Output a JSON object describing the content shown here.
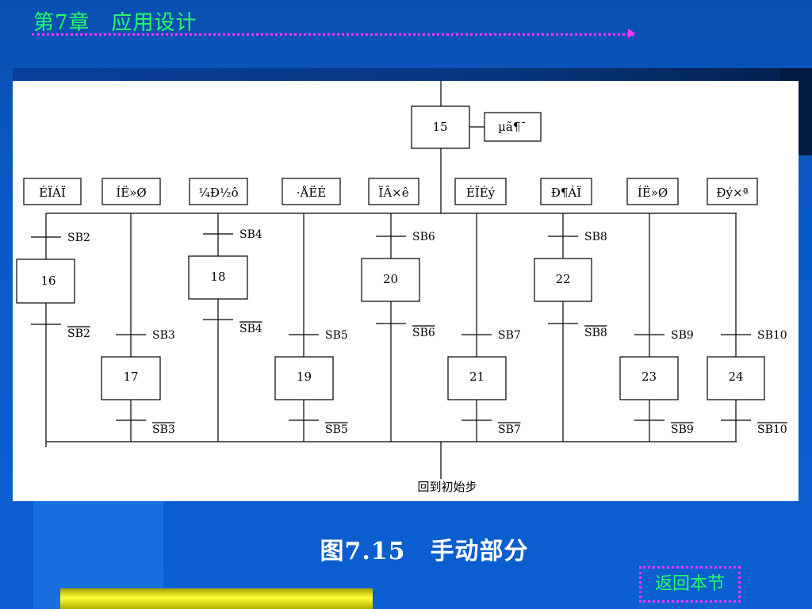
{
  "header": {
    "title": "第7章　应用设计"
  },
  "caption": "图7.15　手动部分",
  "back_button": "返回本节",
  "colors": {
    "header_text": "#22ff66",
    "dotted_rule": "#ff33ff",
    "background": "#0a55c0"
  },
  "diagram": {
    "top_step": "15",
    "top_action": "µã¶¯",
    "branch_labels": [
      "ÉÏÁÏ",
      "ÍË»Ø",
      "¼Ð½ô",
      "·ÅËÉ",
      "ÏÂ×ê",
      "ÉÏÉý",
      "Ð¶ÁÏ",
      "ÍË»Ø",
      "Ðý×ª"
    ],
    "steps": [
      "16",
      "17",
      "18",
      "19",
      "20",
      "21",
      "22",
      "23",
      "24"
    ],
    "transitions": [
      "SB2",
      "SB3",
      "SB4",
      "SB5",
      "SB6",
      "SB7",
      "SB8",
      "SB9",
      "SB10"
    ],
    "return_label": "回到初始步"
  }
}
